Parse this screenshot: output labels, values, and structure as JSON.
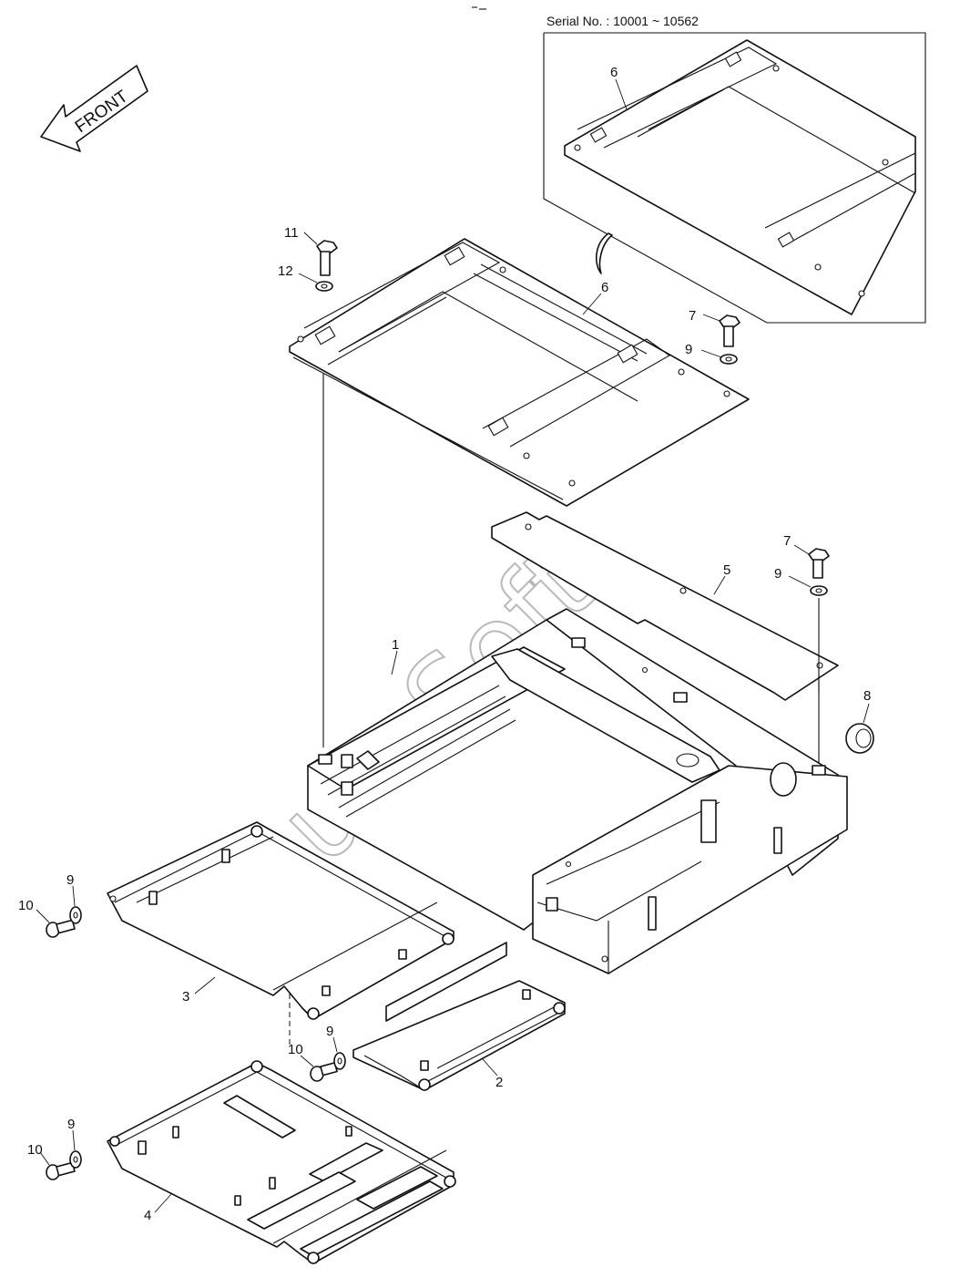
{
  "serial_label": "Serial No. : 10001 ~ 10562",
  "front_label": "FRONT",
  "watermark": "AutoSoft",
  "icons": {
    "front_arrow": "front-arrow-icon"
  },
  "callouts": {
    "c1": "1",
    "c2": "2",
    "c3": "3",
    "c4": "4",
    "c5": "5",
    "c6_inset": "6",
    "c6_main": "6",
    "c7_upper": "7",
    "c7_lower": "7",
    "c8": "8",
    "c9_top": "9",
    "c9_mid": "9",
    "c9_left_a": "9",
    "c9_left_b": "9",
    "c9_left_c": "9",
    "c10_a": "10",
    "c10_b": "10",
    "c10_c": "10",
    "c11": "11",
    "c12": "12"
  }
}
